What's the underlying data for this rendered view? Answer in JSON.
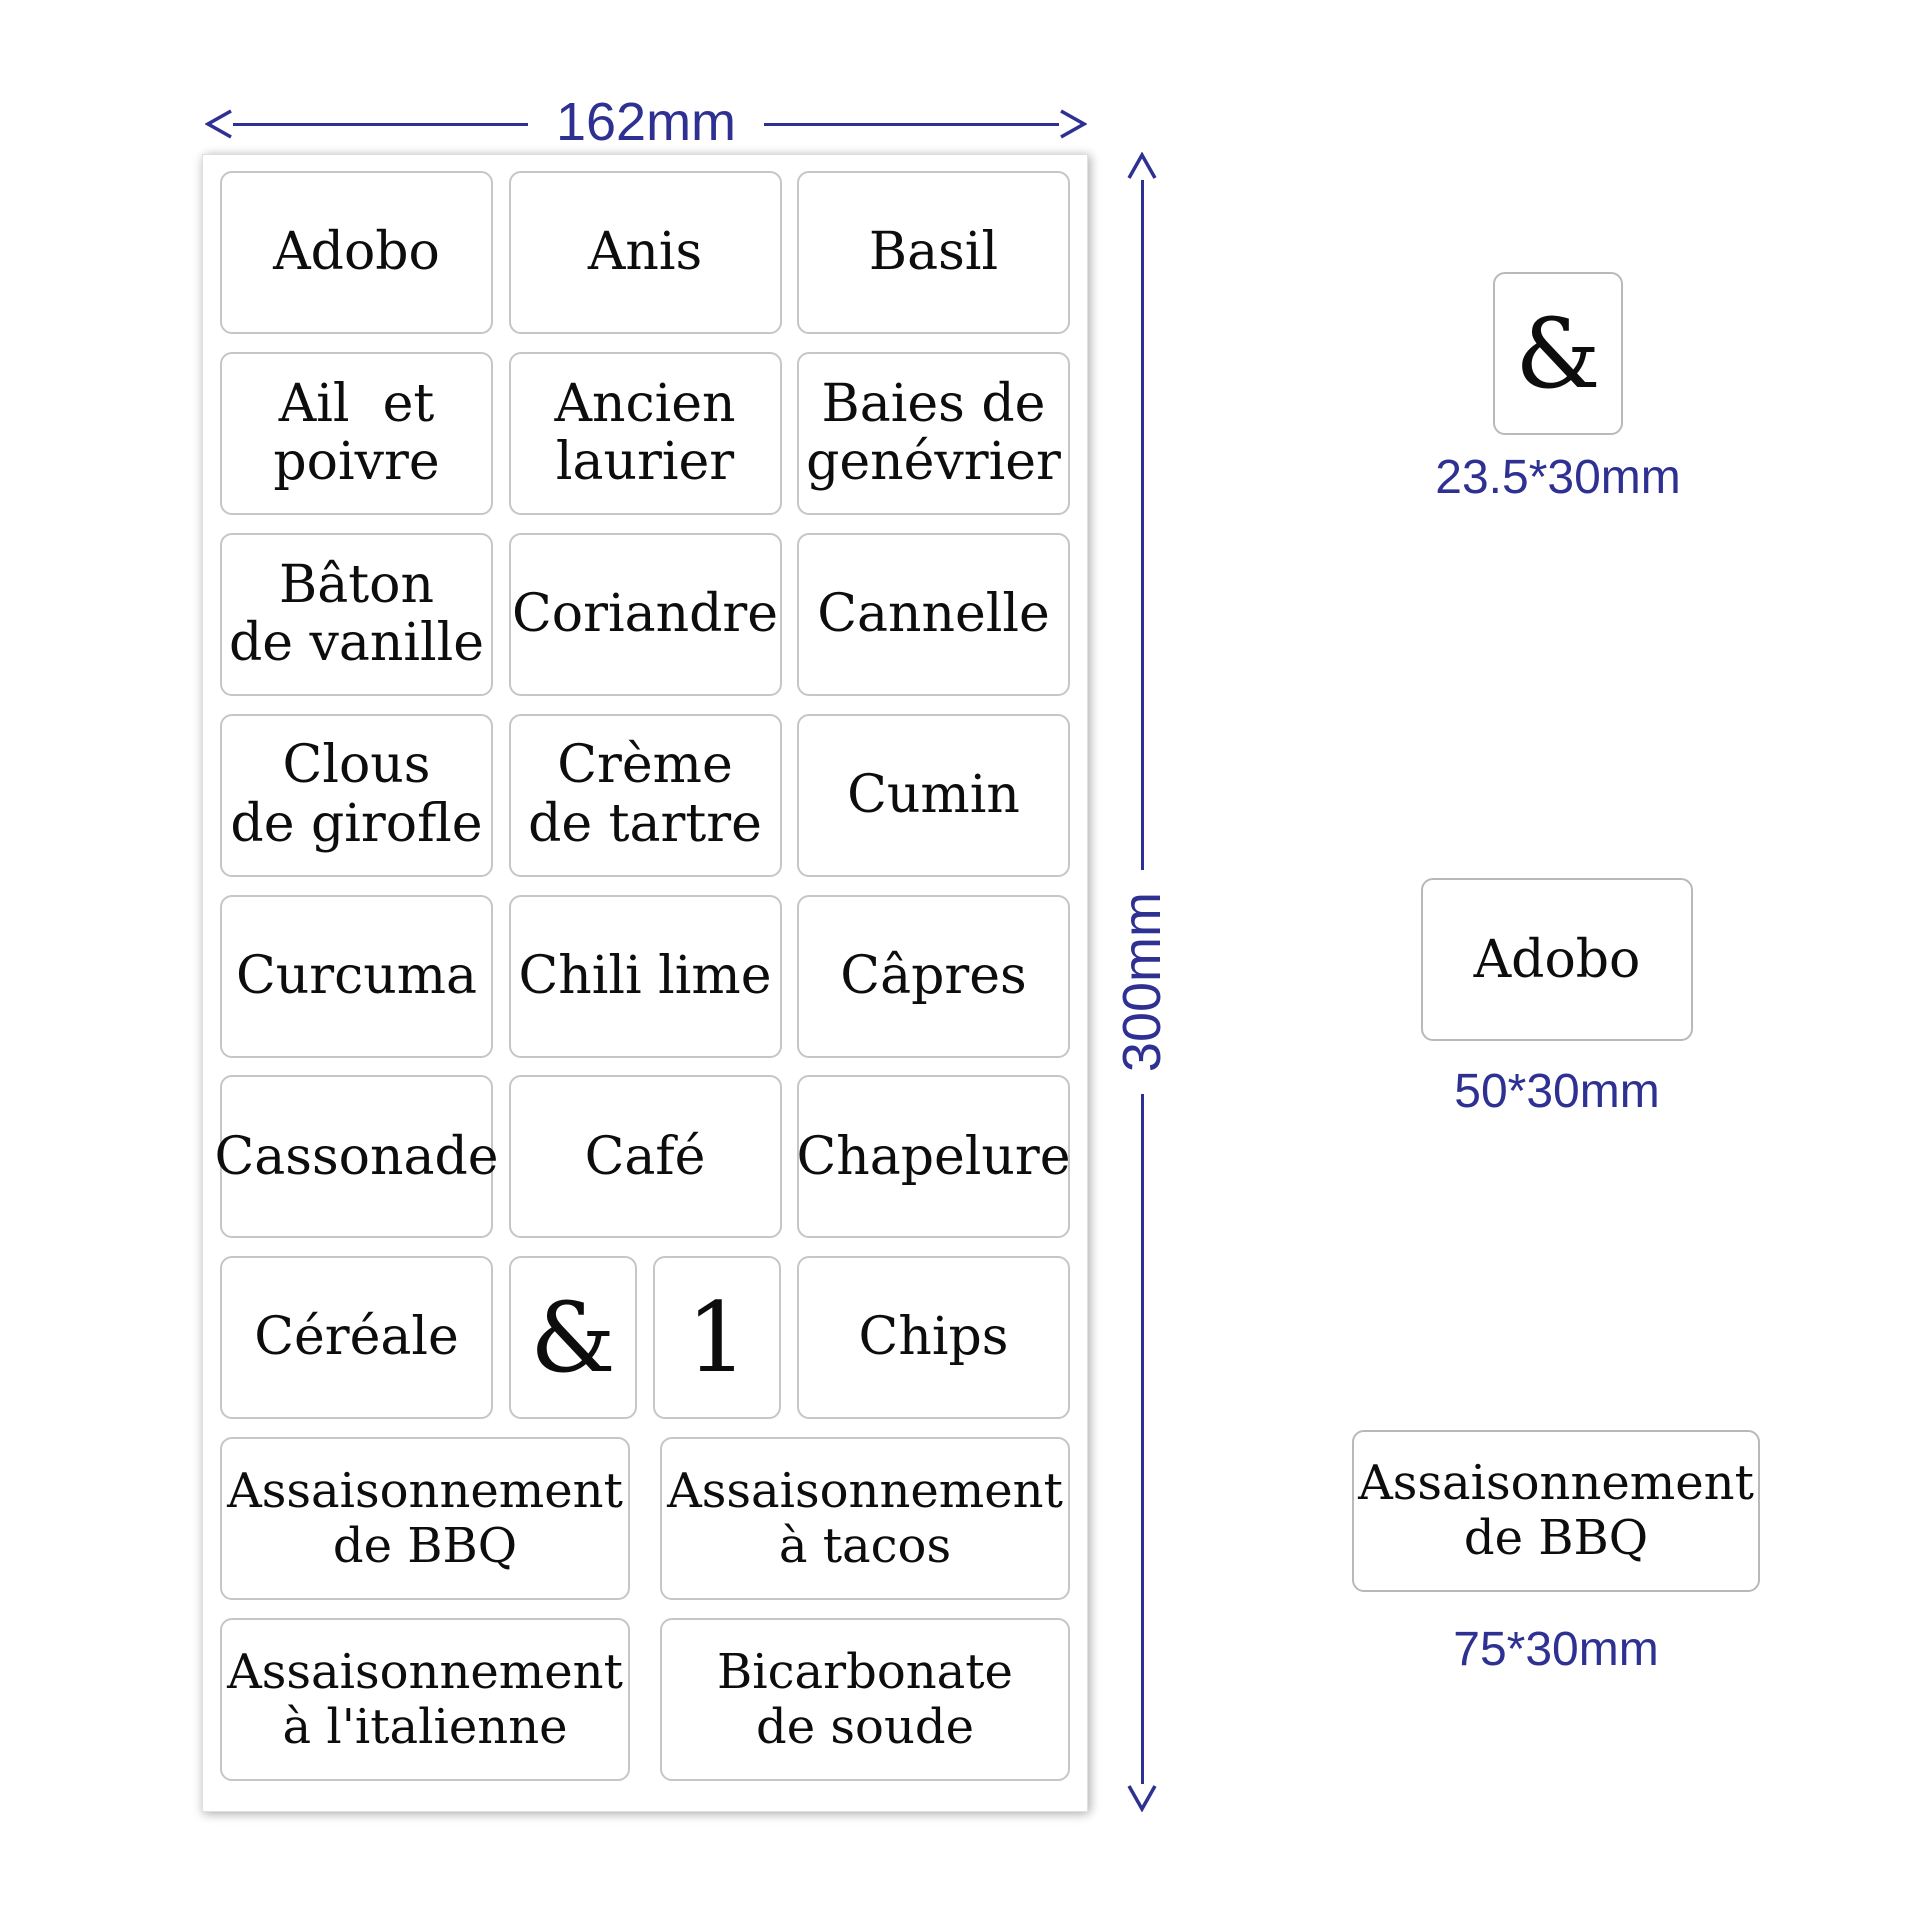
{
  "colors": {
    "dimension_accent": "#2e3192",
    "sticker_border": "#c6c6c6",
    "sticker_text": "#0d0d0d"
  },
  "icons": {
    "dimension_arrows": [
      "arrow-left-icon",
      "arrow-right-icon",
      "arrow-up-icon",
      "arrow-down-icon"
    ]
  },
  "dimensions": {
    "sheet_width": "162mm",
    "sheet_height": "300mm"
  },
  "sheet": {
    "rows": [
      {
        "labels": [
          {
            "lines": [
              "Adobo"
            ]
          },
          {
            "lines": [
              "Anis"
            ]
          },
          {
            "lines": [
              "Basil"
            ]
          }
        ]
      },
      {
        "labels": [
          {
            "lines": [
              "Ail  et",
              "poivre"
            ]
          },
          {
            "lines": [
              "Ancien",
              "laurier"
            ]
          },
          {
            "lines": [
              "Baies de",
              "genévrier"
            ]
          }
        ]
      },
      {
        "labels": [
          {
            "lines": [
              "Bâton",
              "de vanille"
            ]
          },
          {
            "lines": [
              "Coriandre"
            ]
          },
          {
            "lines": [
              "Cannelle"
            ]
          }
        ]
      },
      {
        "labels": [
          {
            "lines": [
              "Clous",
              "de girofle"
            ]
          },
          {
            "lines": [
              "Crème",
              "de tartre"
            ]
          },
          {
            "lines": [
              "Cumin"
            ]
          }
        ]
      },
      {
        "labels": [
          {
            "lines": [
              "Curcuma"
            ]
          },
          {
            "lines": [
              "Chili lime"
            ]
          },
          {
            "lines": [
              "Câpres"
            ]
          }
        ]
      },
      {
        "labels": [
          {
            "lines": [
              "Cassonade"
            ]
          },
          {
            "lines": [
              "Café"
            ]
          },
          {
            "lines": [
              "Chapelure"
            ]
          }
        ]
      },
      {
        "labels": [
          {
            "lines": [
              "Céréale"
            ]
          },
          {
            "lines": [
              "&"
            ]
          },
          {
            "lines": [
              "1"
            ]
          },
          {
            "lines": [
              "Chips"
            ]
          }
        ]
      },
      {
        "labels": [
          {
            "lines": [
              "Assaisonnement",
              "de BBQ"
            ]
          },
          {
            "lines": [
              "Assaisonnement",
              "à tacos"
            ]
          }
        ]
      },
      {
        "labels": [
          {
            "lines": [
              "Assaisonnement",
              "à l'italienne"
            ]
          },
          {
            "lines": [
              "Bicarbonate",
              "de soude"
            ]
          }
        ]
      }
    ]
  },
  "samples": [
    {
      "lines": [
        "&"
      ],
      "caption": "23.5*30mm"
    },
    {
      "lines": [
        "Adobo"
      ],
      "caption": "50*30mm"
    },
    {
      "lines": [
        "Assaisonnement",
        "de BBQ"
      ],
      "caption": "75*30mm"
    }
  ]
}
